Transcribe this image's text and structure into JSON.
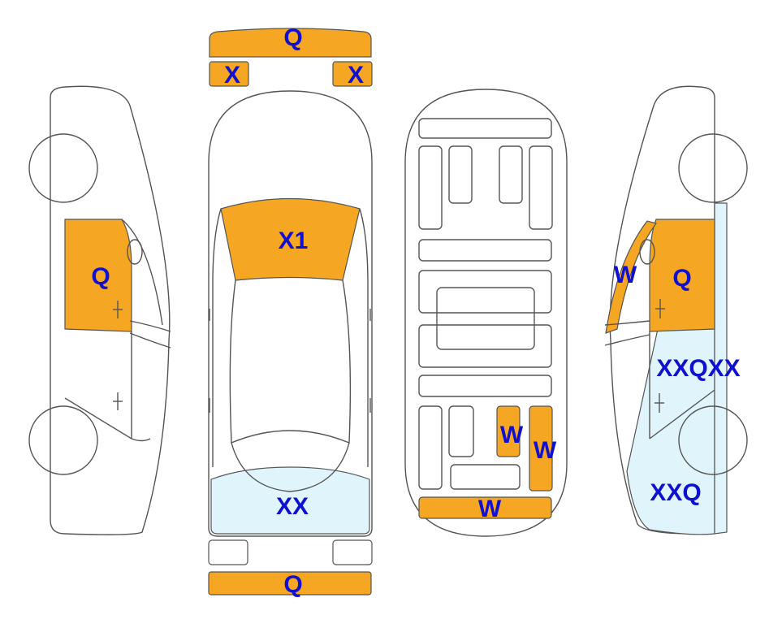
{
  "colors": {
    "damage_orange": "#F5A623",
    "light_blue": "#DFF5FB",
    "label_blue": "#1010D0",
    "outline": "#555555"
  },
  "labels": {
    "front_bumper": "Q",
    "front_left_lamp": "X",
    "front_right_lamp": "X",
    "hood": "X1",
    "rear_window": "XX",
    "rear_bumper": "Q",
    "left_front_door": "Q",
    "right_pillar": "W",
    "right_front_door": "Q",
    "right_rear_door": "XXQXX",
    "right_rear_fender": "XXQ",
    "floor_panel_1": "W",
    "floor_panel_2": "W",
    "floor_rear": "W"
  }
}
